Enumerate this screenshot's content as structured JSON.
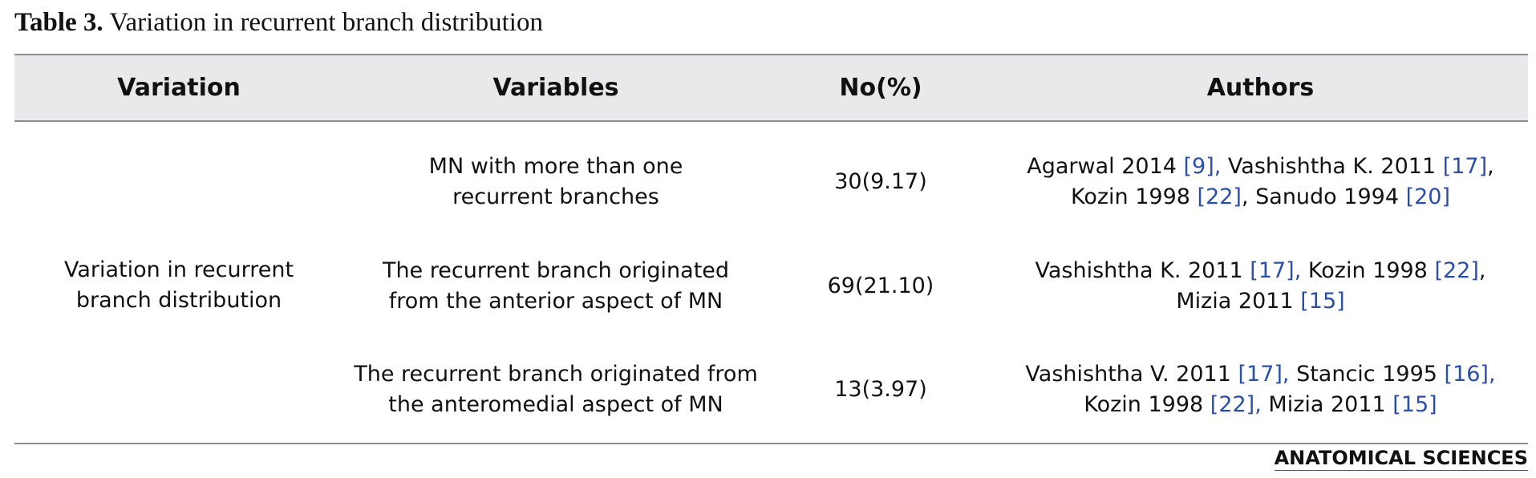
{
  "caption": {
    "label": "Table 3.",
    "title": "Variation in recurrent branch distribution"
  },
  "table": {
    "headers": [
      "Variation",
      "Variables",
      "No(%)",
      "Authors"
    ],
    "variation": "Variation in recurrent branch distribution",
    "rows": [
      {
        "variables": "MN with more than one recurrent branches",
        "count": "30(9.17)",
        "authors": [
          {
            "text": "Agarwal 2014 ",
            "ref": "[9],"
          },
          {
            "text": " Vashishtha K. 2011 ",
            "ref": "[17]"
          },
          {
            "text": ", Kozin 1998 ",
            "ref": "[22]"
          },
          {
            "text": ", Sanudo 1994 ",
            "ref": "[20]"
          }
        ]
      },
      {
        "variables": "The recurrent branch originated from the anterior aspect of MN",
        "count": "69(21.10)",
        "authors": [
          {
            "text": "Vashishtha K. 2011 ",
            "ref": "[17],"
          },
          {
            "text": " Kozin 1998 ",
            "ref": "[22]"
          },
          {
            "text": ", Mizia 2011 ",
            "ref": "[15]"
          }
        ]
      },
      {
        "variables": "The recurrent branch originated from the anteromedial aspect of MN",
        "count": "13(3.97)",
        "authors": [
          {
            "text": "Vashishtha V. 2011 ",
            "ref": "[17],"
          },
          {
            "text": " Stancic 1995 ",
            "ref": "[16],"
          },
          {
            "text": " Kozin 1998 ",
            "ref": "[22],"
          },
          {
            "text": " Mizia 2011 ",
            "ref": "[15]"
          }
        ]
      }
    ]
  },
  "logo": "ANATOMICAL SCIENCES",
  "colors": {
    "reference": "#2b4fa8",
    "header_bg": "#e8e9eb",
    "rule": "#8b8d90"
  }
}
